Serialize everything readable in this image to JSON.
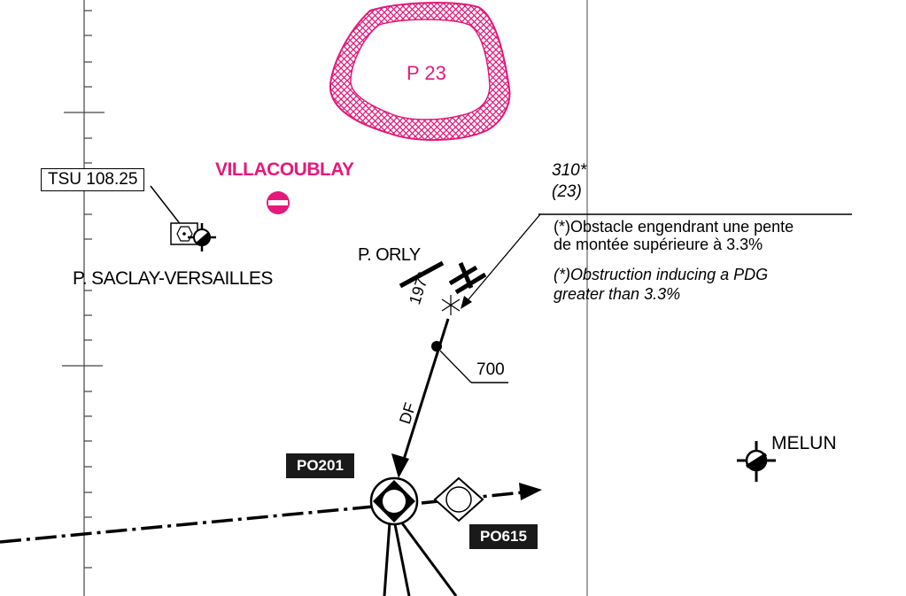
{
  "map": {
    "prohibited_area": {
      "label": "P 23",
      "color": "#e4197a"
    },
    "aerodrome": {
      "name": "VILLACOUBLAY",
      "color": "#e4197a"
    },
    "navaid_box": {
      "label": "TSU 108.25"
    },
    "points": {
      "saclay": "P. SACLAY-VERSAILLES",
      "orly": "P. ORLY",
      "melun": "MELUN"
    },
    "obstacle": {
      "altitude": "310*",
      "height": "(23)",
      "note_fr_line1": "(*)Obstacle engendrant une pente",
      "note_fr_line2": "de montée supérieure à 3.3%",
      "note_en_line1": "(*)Obstruction inducing a PDG",
      "note_en_line2": "greater than 3.3%"
    },
    "track": {
      "bearing": "197°",
      "leg_type": "DF",
      "altitude_constraint": "700"
    },
    "waypoints": {
      "po201": "PO201",
      "po615": "PO615"
    }
  }
}
